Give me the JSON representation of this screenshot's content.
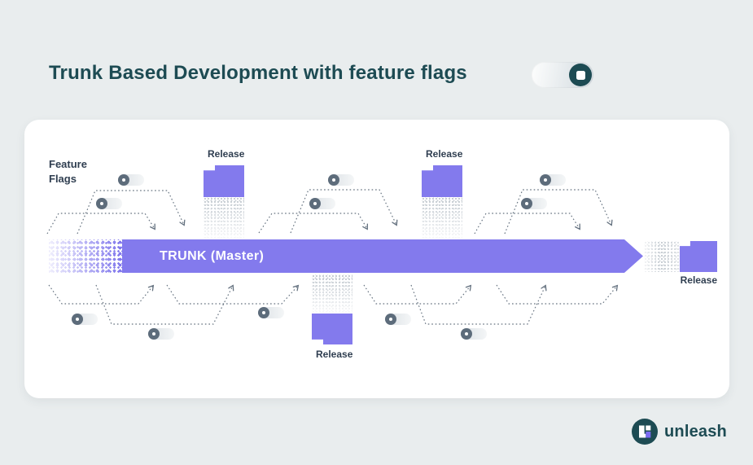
{
  "header": {
    "title": "Trunk Based Development with feature flags",
    "toggle": {
      "state": "on"
    }
  },
  "diagram": {
    "feature_flags": {
      "line1": "Feature",
      "line2": "Flags"
    },
    "trunk_label": "TRUNK (Master)",
    "releases": [
      {
        "id": "top-1",
        "label": "Release"
      },
      {
        "id": "top-2",
        "label": "Release"
      },
      {
        "id": "bottom-1",
        "label": "Release"
      },
      {
        "id": "end",
        "label": "Release"
      }
    ],
    "feature_flag_toggles": {
      "count": 11,
      "state": "off"
    }
  },
  "branding": {
    "logo_text": "unleash"
  },
  "colors": {
    "bg": "#E9EDEE",
    "card": "#FFFFFF",
    "teal": "#1D4B53",
    "navy": "#2F3E50",
    "purple": "#837AED",
    "dash": "#63707E",
    "slate": "#5D6C7B",
    "dither": "#C8CED4",
    "logo-purple": "#7C6BF2",
    "white": "#FFFFFF"
  }
}
